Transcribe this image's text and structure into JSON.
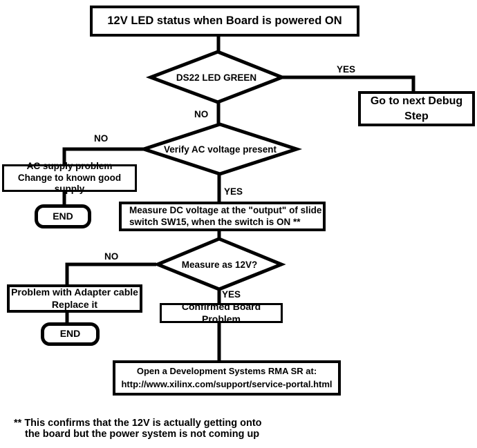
{
  "diagram": {
    "background": "#ffffff",
    "line_color": "#000000",
    "text_color": "#000000",
    "nodes": {
      "title": {
        "text": "12V LED status when Board is powered ON"
      },
      "decision1": {
        "text": "DS22 LED GREEN"
      },
      "go_next": {
        "line1": "Go to next Debug",
        "line2": "Step"
      },
      "decision2": {
        "text": "Verify AC voltage present"
      },
      "ac_supply": {
        "line1": "AC supply problem",
        "line2": "Change to known good supply"
      },
      "end1": {
        "text": "END"
      },
      "measure": {
        "line1": "Measure DC voltage at the \"output\" of slide",
        "line2": "switch SW15, when the switch is ON **"
      },
      "decision3": {
        "text": "Measure as 12V?"
      },
      "adapter": {
        "line1": "Problem with Adapter cable",
        "line2": "Replace it"
      },
      "end2": {
        "text": "END"
      },
      "confirmed": {
        "text": "Confirmed Board Problem"
      },
      "rma": {
        "line1": "Open a Development Systems RMA SR at:",
        "line2": "http://www.xilinx.com/support/service-portal.html"
      }
    },
    "edge_labels": {
      "yes1": "YES",
      "no1": "NO",
      "no2": "NO",
      "yes2": "YES",
      "no3": "NO",
      "yes3": "YES"
    },
    "footnote": {
      "marker": "**",
      "line1": "This confirms that the 12V is actually getting onto",
      "line2": "the board but the power system is not coming up"
    }
  }
}
